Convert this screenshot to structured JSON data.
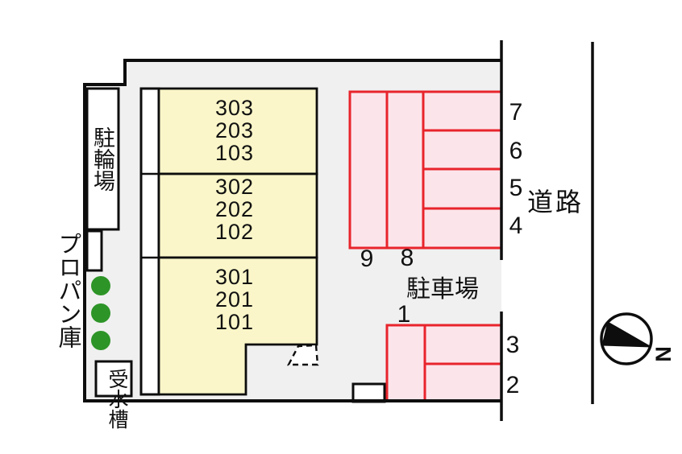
{
  "building": {
    "sections": [
      {
        "units": [
          "303",
          "203",
          "103"
        ]
      },
      {
        "units": [
          "302",
          "202",
          "102"
        ]
      },
      {
        "units": [
          "301",
          "201",
          "101"
        ]
      }
    ]
  },
  "facilities": {
    "bicycle_parking": "駐輪場",
    "propane_storage": "プロパン庫",
    "water_tank": "受水槽"
  },
  "parking": {
    "area_label": "駐車場",
    "spaces": [
      "1",
      "2",
      "3",
      "4",
      "5",
      "6",
      "7",
      "8",
      "9"
    ]
  },
  "road": {
    "label": "道路"
  },
  "compass": {
    "north_label": "N"
  },
  "colors": {
    "site_fill": "#f0f0f0",
    "building_fill": "#faf6c9",
    "parking_fill": "#fbe5eb",
    "parking_border": "#e8242c",
    "tree_green": "#2d9427",
    "line_black": "#0d0d0d"
  }
}
